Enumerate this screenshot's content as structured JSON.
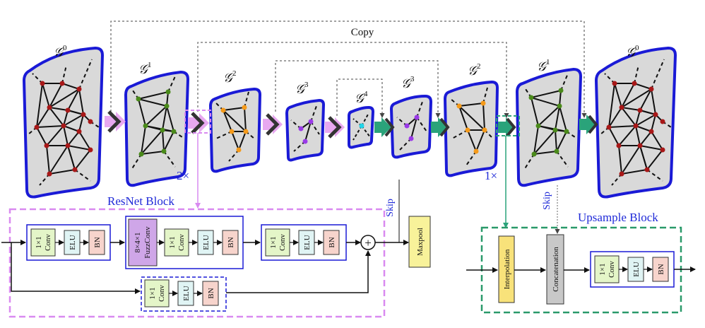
{
  "labels": {
    "copy": "Copy",
    "skip_left": "Skip",
    "skip_right": "Skip",
    "repeat_2x": "2×",
    "repeat_1x": "1×",
    "resnet_block": "ResNet Block",
    "upsample_block": "Upsample Block"
  },
  "graphs": [
    {
      "sup": "0"
    },
    {
      "sup": "1"
    },
    {
      "sup": "2"
    },
    {
      "sup": "3"
    },
    {
      "sup": "4"
    },
    {
      "sup": "3"
    },
    {
      "sup": "2"
    },
    {
      "sup": "1"
    },
    {
      "sup": "0"
    }
  ],
  "graph_symbol": "𝒢",
  "modules": {
    "conv": [
      "1×1",
      "Conv"
    ],
    "elu": "ELU",
    "bn": "BN",
    "fuzzconv": [
      "8×4×1",
      "FuzzConv"
    ],
    "maxpool": "Maxpool",
    "interpolation": "Interpolation",
    "concatenation": "Concatenation",
    "plus": "+"
  },
  "colors": {
    "panel_border": "#1a1ad6",
    "panel_fill": "#d9d9d9",
    "downsample_arrow": "#e8a8f0",
    "upsample_arrow": "#2aa37a",
    "resnet_border": "#d98af0",
    "upsample_border": "#2a9a6a",
    "conv_fill": "#e4f5c8",
    "elu_fill": "#e0f4f4",
    "bn_fill": "#f7d4cc",
    "fuzzconv_fill": "#cfa6e8",
    "maxpool_fill": "#f8f29a",
    "interp_fill": "#f8e27a",
    "concat_fill": "#c8c8c8",
    "node_red": "#a81818",
    "node_green": "#4a8a1a",
    "node_orange": "#f59a1a",
    "node_purple": "#9a3ae8",
    "node_cyan": "#22d4e8",
    "label_blue": "#1f2ad8"
  }
}
